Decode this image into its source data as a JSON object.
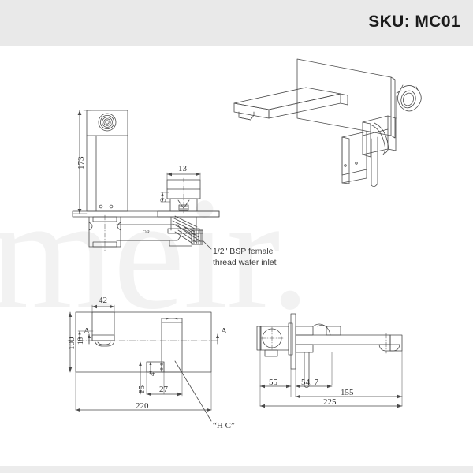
{
  "header": {
    "sku_label": "SKU: MC01"
  },
  "watermark": {
    "text": "meir."
  },
  "views": {
    "side_section": {
      "name": "side-elevation-section-view",
      "dimensions": {
        "height_173": "173",
        "valve_width_13": "13",
        "valve_gap_3": "3"
      },
      "callout": {
        "text": "1/2\" BSP female\nthread water inlet"
      },
      "pipe_label": "OR"
    },
    "isometric": {
      "name": "isometric-product-view"
    },
    "plan": {
      "name": "plan-view",
      "dimensions": {
        "plate_width_42": "42",
        "plate_height_100": "100",
        "offset_18": "18",
        "depth_15": "15",
        "small_4": "4",
        "body_27": "27",
        "overall_220": "220"
      },
      "section_marks": {
        "left": "A",
        "right": "A"
      },
      "hc_label": "“H C”"
    },
    "front": {
      "name": "front-elevation-view",
      "dimensions": {
        "d_55": "55",
        "d_547": "54. 7",
        "d_155": "155",
        "d_225": "225"
      }
    }
  },
  "colors": {
    "header_band": "#e9e9e9",
    "line": "#4a4a4a",
    "watermark": "#f2f2f2",
    "text": "#1b1b1b"
  }
}
